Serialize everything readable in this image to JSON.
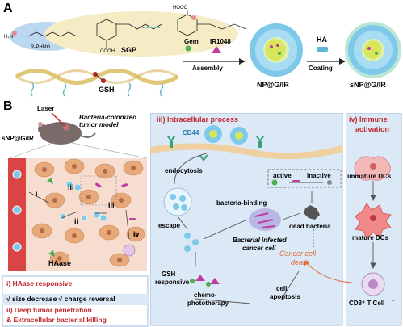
{
  "panel_a": {
    "letter": "A",
    "polymer_label": "R-PHMG",
    "sgp_label": "SGP",
    "gsh_label": "GSH",
    "cooh_top": "HOOC",
    "cooh_bottom": "COOH",
    "amine": "H₂N",
    "gem_label": "Gem",
    "ir_label": "IR1048",
    "assembly_label": "Assembly",
    "np_label": "NP@G/IR",
    "ha_label": "HA",
    "coating_label": "Coating",
    "snp_label": "sNP@G/IR"
  },
  "panel_b": {
    "letter": "B",
    "laser_label": "Laser",
    "model_label": "Bacteria-colonized tumor model",
    "snp_label": "sNP@G/IR",
    "step_i": "i",
    "step_ii": "ii",
    "step_iii_a": "iii",
    "step_iii_b": "iii",
    "step_iv": "iv",
    "hase_label": "HAase",
    "legend_i": "i) HAase responsive",
    "legend_checks": "√ size decrease  √ charge reversal",
    "legend_ii_line1": "ii) Deep tumor penetration",
    "legend_ii_line2": "& Extracellular bacterial killing"
  },
  "panel_iii": {
    "title": "iii) Intracellular process",
    "cd44": "CD44",
    "endocytosis": "endocytosis",
    "escape": "escape",
    "gsh_responsive_1": "GSH",
    "gsh_responsive_2": "responsive",
    "bacteria_binding": "bacteria-binding",
    "active": "active",
    "inactive": "inactive",
    "dead_bacteria": "dead bacteria",
    "infected_1": "Bacterial infected",
    "infected_2": "cancer cell",
    "death_1": "Cancer cell",
    "death_2": "death",
    "chemo_1": "chemo-",
    "chemo_2": "phototherapy",
    "apoptosis_1": "cell",
    "apoptosis_2": "apoptosis"
  },
  "panel_iv": {
    "title_1": "iv) Immune",
    "title_2": "activation",
    "immature": "immature DCs",
    "mature": "mature DCs",
    "tcell": "CD8⁺ T Cell",
    "up_arrow": "↑"
  },
  "colors": {
    "accent_red": "#c0282d",
    "panel_blue_bg": "#dbe8f5",
    "vessel_red": "#d94545",
    "tissue_bg": "#f6ddd0",
    "gsh_yellow": "#e0c878",
    "green_dot": "#4caf50",
    "magenta": "#c03aa0"
  }
}
